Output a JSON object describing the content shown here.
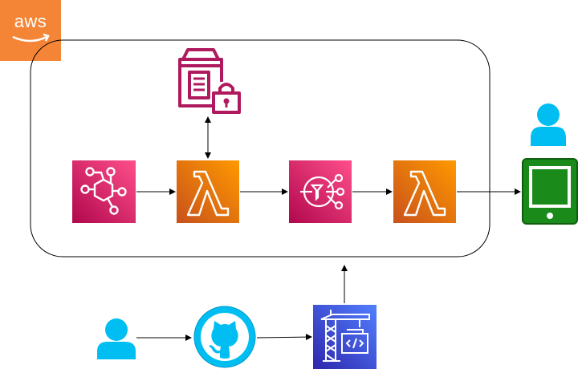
{
  "logo": {
    "text": "aws",
    "color": "#f58536"
  },
  "colors": {
    "eventbridge": "#e7157b",
    "lambda": "#ed7100",
    "sns": "#e7157b",
    "secrets": "#af1a5e",
    "user": "#00bef2",
    "mobile": "#1a8a1a",
    "codebuild": "#3b48cc"
  },
  "nodes": [
    {
      "id": "eventbridge",
      "icon": "eventbridge-icon"
    },
    {
      "id": "lambda-1",
      "icon": "lambda-icon"
    },
    {
      "id": "sns",
      "icon": "sns-icon"
    },
    {
      "id": "lambda-2",
      "icon": "lambda-icon"
    },
    {
      "id": "secrets-manager",
      "icon": "secrets-manager-icon"
    },
    {
      "id": "end-user",
      "icon": "user-icon"
    },
    {
      "id": "mobile-device",
      "icon": "mobile-icon"
    },
    {
      "id": "developer",
      "icon": "user-icon"
    },
    {
      "id": "github",
      "icon": "github-icon"
    },
    {
      "id": "codebuild",
      "icon": "codebuild-icon"
    }
  ]
}
